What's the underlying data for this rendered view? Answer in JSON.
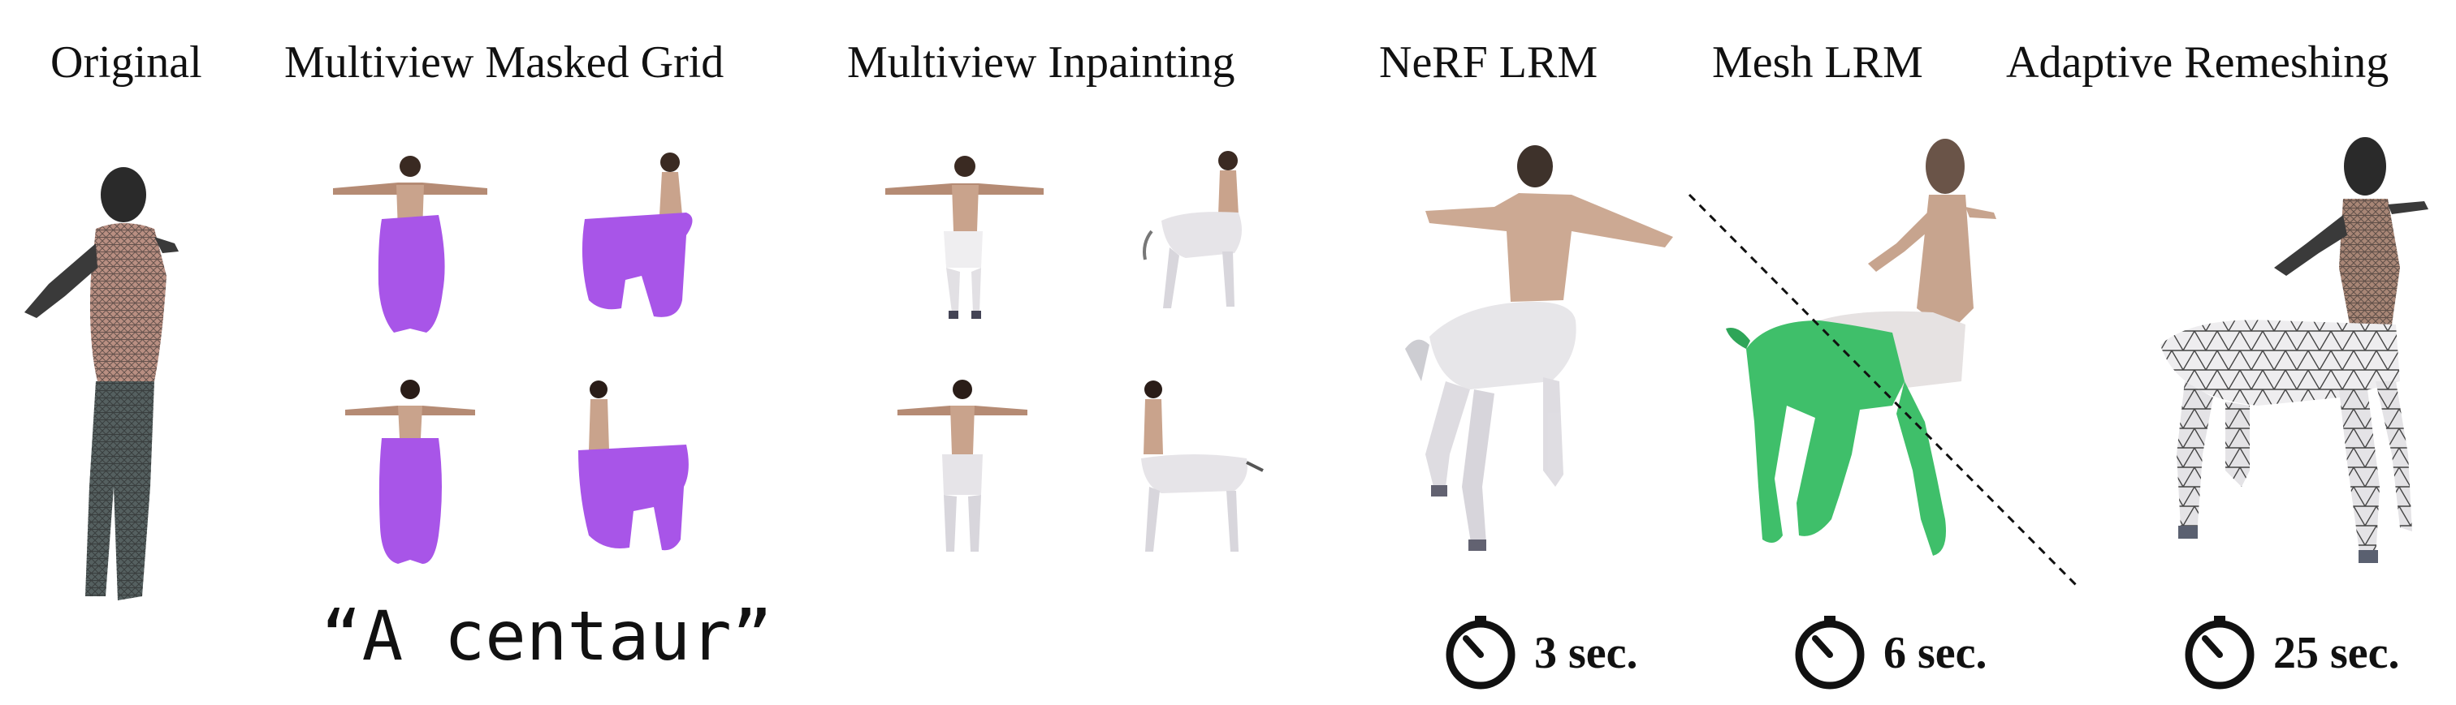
{
  "columns": [
    {
      "title": "Original"
    },
    {
      "title": "Multiview Masked Grid"
    },
    {
      "title": "Multiview Inpainting"
    },
    {
      "title": "NeRF LRM"
    },
    {
      "title": "Mesh LRM"
    },
    {
      "title": "Adaptive Remeshing"
    }
  ],
  "prompt": "“A centaur”",
  "timings": [
    {
      "label": "3 sec.",
      "icon": "stopwatch-icon"
    },
    {
      "label": "6 sec.",
      "icon": "stopwatch-icon"
    },
    {
      "label": "25 sec.",
      "icon": "stopwatch-icon"
    }
  ],
  "colors": {
    "mask": "#a855e8",
    "mesh_green": "#3fbf6a",
    "skin": "#c9a38c",
    "horse_body": "#e4e2e6",
    "wireframe": "#333333"
  }
}
